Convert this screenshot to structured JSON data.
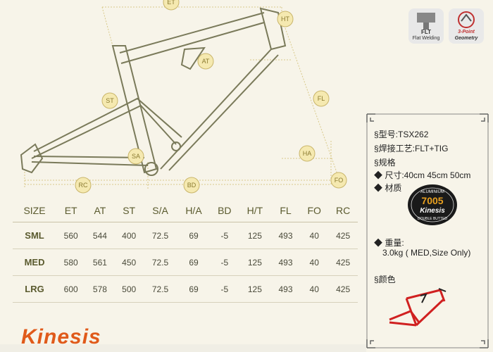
{
  "diagram": {
    "labels": {
      "et": "ET",
      "ht": "HT",
      "at": "AT",
      "st": "ST",
      "fl": "FL",
      "sa": "SA",
      "ha": "HA",
      "rc": "RC",
      "bd": "BD",
      "fo": "FO"
    }
  },
  "table": {
    "headers": [
      "SIZE",
      "ET",
      "AT",
      "ST",
      "S/A",
      "H/A",
      "BD",
      "H/T",
      "FL",
      "FO",
      "RC"
    ],
    "rows": [
      [
        "SML",
        "560",
        "544",
        "400",
        "72.5",
        "69",
        "-5",
        "125",
        "493",
        "40",
        "425"
      ],
      [
        "MED",
        "580",
        "561",
        "450",
        "72.5",
        "69",
        "-5",
        "125",
        "493",
        "40",
        "425"
      ],
      [
        "LRG",
        "600",
        "578",
        "500",
        "72.5",
        "69",
        "-5",
        "125",
        "493",
        "40",
        "425"
      ]
    ]
  },
  "badges": {
    "flt_title": "FLT",
    "flt_sub": "Flat Welding",
    "geo_sub1": "3-Point",
    "geo_sub2": "Geometry"
  },
  "specs": {
    "model": "§型号:TSX262",
    "weld": "§焊接工艺:FLT+TIG",
    "spec": "§规格",
    "sizes": "◆ 尺寸:40cm  45cm  50cm",
    "material": "◆ 材质",
    "weight_label": "◆ 重量:",
    "weight_value": "3.0kg ( MED,Size Only)",
    "color": "§颜色"
  },
  "seal": {
    "top": "ALUMINIUM",
    "number": "7005",
    "brand": "Kinesis",
    "bottom": "DOUBLE BUTTED"
  },
  "brand": {
    "logo": "Kinesis"
  },
  "colors": {
    "frame_stroke": "#7a7a5a",
    "dimension_line": "#d8c98a",
    "accent": "#e05a1a",
    "background": "#f7f4e9"
  }
}
